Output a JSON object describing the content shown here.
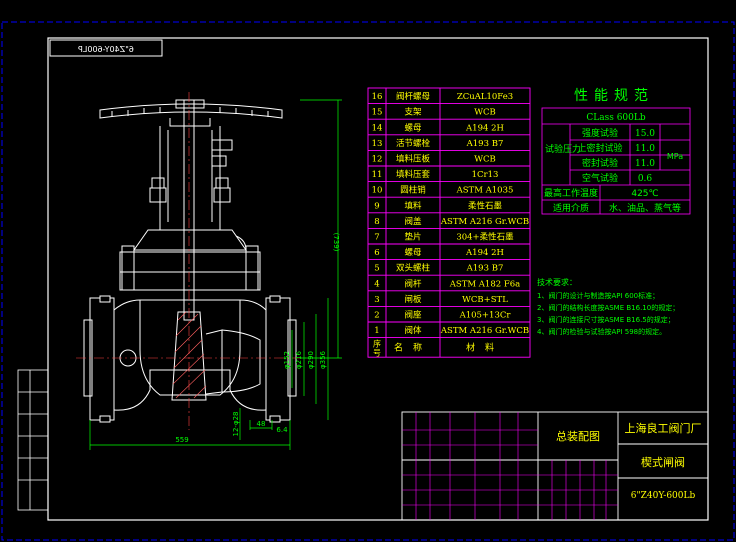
{
  "colors": {
    "background": "#000000",
    "frame": "#ffffff",
    "table_border": "#ff00ff",
    "text": "#ffffff",
    "accent_text": "#ffff00",
    "spec_text": "#00ff00",
    "dimension": "#00ff00",
    "centerline": "#ff4040",
    "hatch": "#ff6060",
    "dashed_frame": "#0000ff"
  },
  "drawing_no_mirrored": "6\"Z40Y-600LP",
  "parts_table": {
    "headers": {
      "no": "序号",
      "name": "名称",
      "material": "材料"
    },
    "rows": [
      {
        "no": "16",
        "name": "阀杆螺母",
        "material": "ZCuAL10Fe3"
      },
      {
        "no": "15",
        "name": "支架",
        "material": "WCB"
      },
      {
        "no": "14",
        "name": "螺母",
        "material": "A194 2H"
      },
      {
        "no": "13",
        "name": "活节螺栓",
        "material": "A193 B7"
      },
      {
        "no": "12",
        "name": "填料压板",
        "material": "WCB"
      },
      {
        "no": "11",
        "name": "填料压套",
        "material": "1Cr13"
      },
      {
        "no": "10",
        "name": "圆柱销",
        "material": "ASTM A1035"
      },
      {
        "no": "9",
        "name": "填料",
        "material": "柔性石墨"
      },
      {
        "no": "8",
        "name": "阀盖",
        "material": "ASTM A216 Gr.WCB"
      },
      {
        "no": "7",
        "name": "垫片",
        "material": "304+柔性石墨"
      },
      {
        "no": "6",
        "name": "螺母",
        "material": "A194 2H"
      },
      {
        "no": "5",
        "name": "双头螺柱",
        "material": "A193 B7"
      },
      {
        "no": "4",
        "name": "阀杆",
        "material": "ASTM A182 F6a"
      },
      {
        "no": "3",
        "name": "闸板",
        "material": "WCB+STL"
      },
      {
        "no": "2",
        "name": "阀座",
        "material": "A105+13Cr"
      },
      {
        "no": "1",
        "name": "阀体",
        "material": "ASTM A216 Gr.WCB"
      }
    ]
  },
  "spec": {
    "title": "性能规范",
    "class": "CLass 600Lb",
    "test_pressure_label": "试验压力",
    "rows": [
      {
        "label": "强度试验",
        "value": "15.0"
      },
      {
        "label": "上密封试验",
        "value": "11.0"
      },
      {
        "label": "密封试验",
        "value": "11.0"
      },
      {
        "label": "空气试验",
        "value": "0.6"
      }
    ],
    "unit": "MPa",
    "max_temp_label": "最高工作温度",
    "max_temp_value": "425℃",
    "medium_label": "适用介质",
    "medium_value": "水、油品、蒸气等"
  },
  "notes": {
    "title": "技术要求：",
    "items": [
      "1、阀门的设计与制造按API 600标准；",
      "2、阀门的结构长度按ASME B16.10的规定；",
      "3、阀门的连接尺寸按ASME B16.5的规定；",
      "4、阀门的检验与试验按API 598的规定。"
    ]
  },
  "title_block": {
    "assembly": "总装配图",
    "company": "上海良工阀门厂",
    "product": "楔式闸阀",
    "model": "6\"Z40Y-600Lb"
  },
  "dimensions": {
    "length": "559",
    "height": "(739)",
    "d1": "φ152",
    "d2": "φ216",
    "d3": "φ290",
    "d4": "φ356",
    "bolts": "12-φ28",
    "flange_thk": "48",
    "raised_face": "6.4"
  }
}
